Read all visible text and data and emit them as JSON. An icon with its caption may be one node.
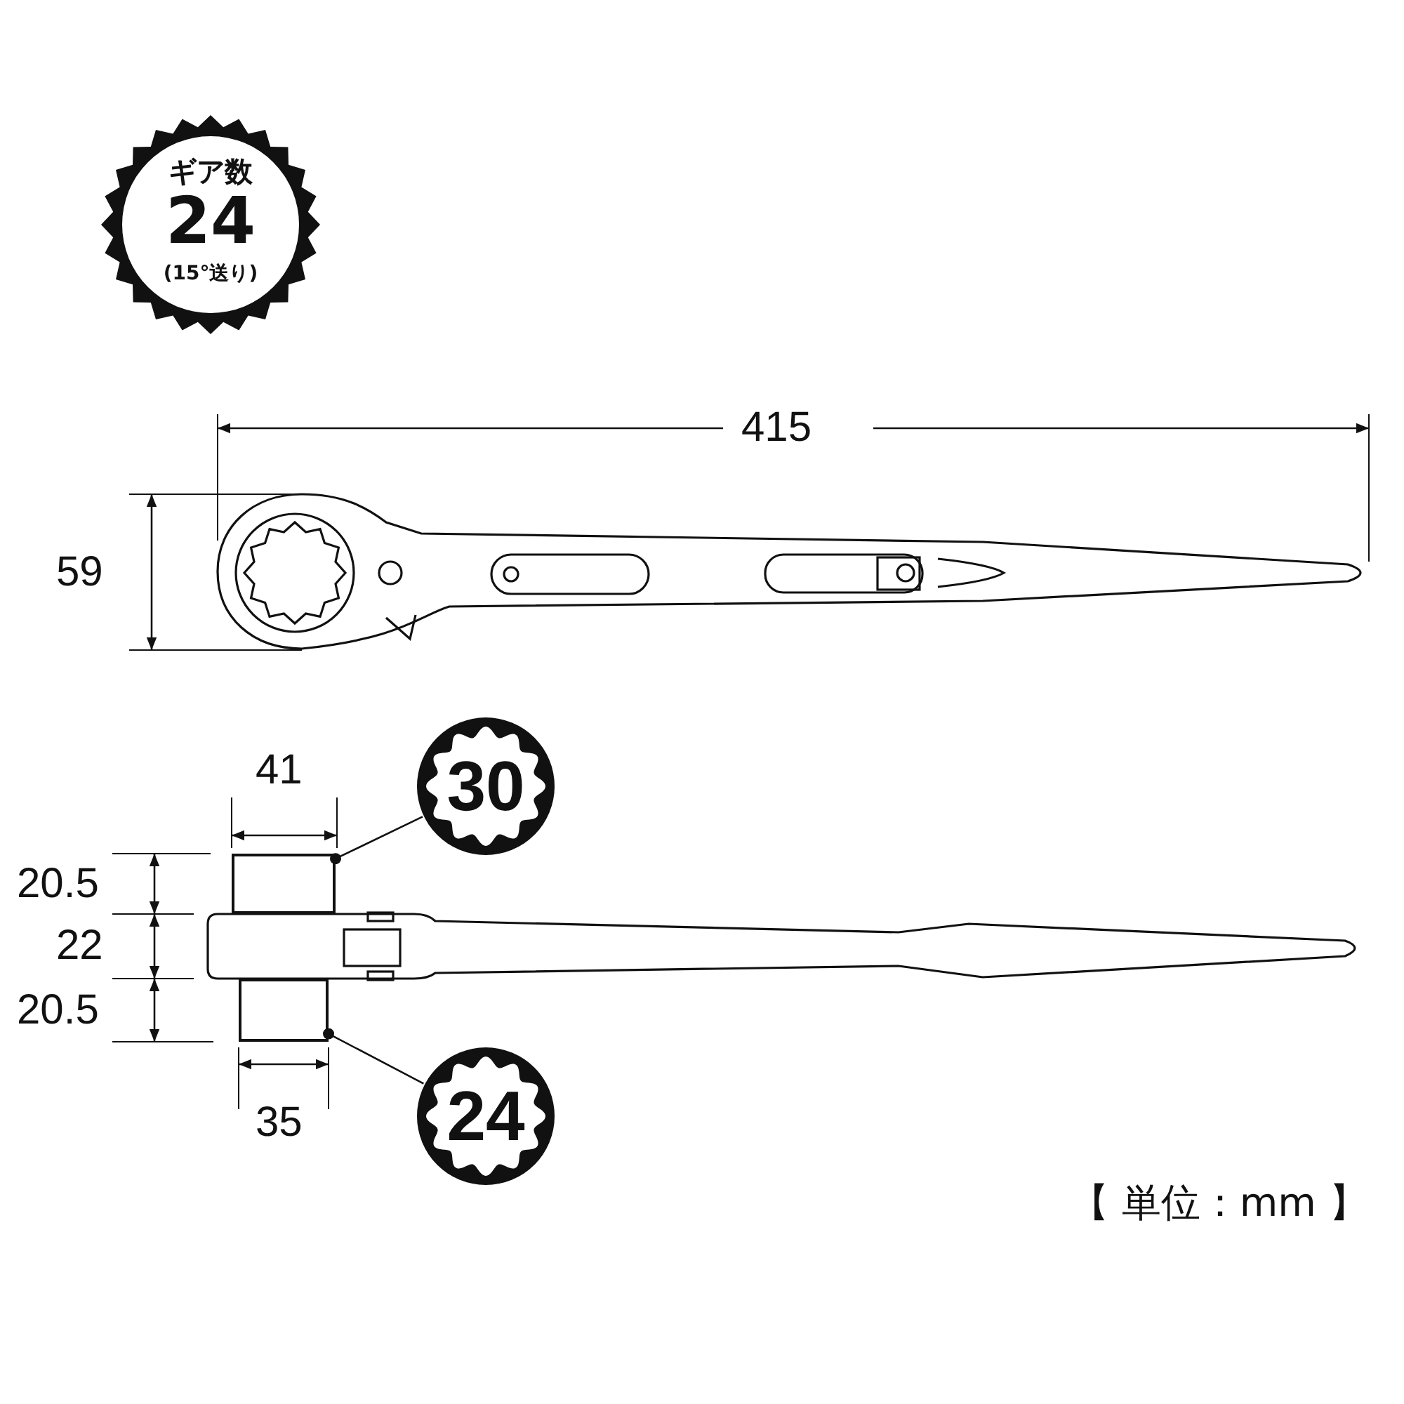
{
  "diagram": {
    "nodes": [
      {
        "text": [
          "ギア数",
          "24",
          "(15°送り)"
        ]
      },
      {
        "text": [
          "30"
        ]
      },
      {
        "text": [],
        "shape": "box"
      },
      {
        "text": [
          "24"
        ]
      },
      {
        "text": [],
        "shape": "box"
      }
    ],
    "edges": [
      {
        "from": 1,
        "to": 2,
        "arrow": "other"
      },
      {
        "from": 3,
        "to": 4,
        "arrow": "other"
      }
    ],
    "labels": [
      "415",
      "59",
      "41",
      "20.5",
      "22",
      "20.5",
      "35",
      "【 単位：mm 】"
    ]
  }
}
